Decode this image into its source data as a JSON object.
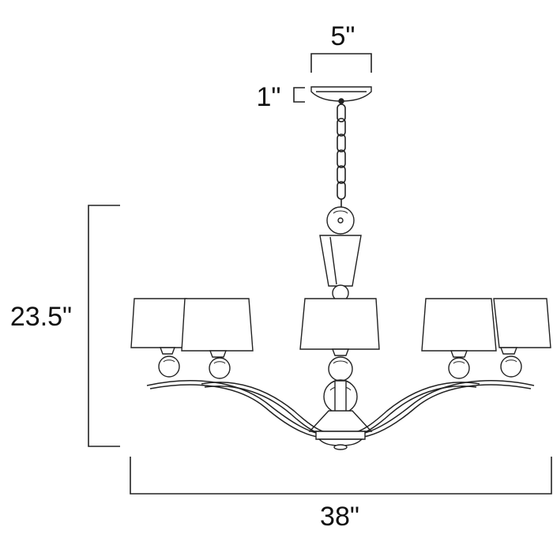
{
  "dimensions": {
    "canopy_width": "5\"",
    "canopy_height": "1\"",
    "overall_height": "23.5\"",
    "overall_width": "38\""
  },
  "colors": {
    "line": "#222222",
    "background": "#ffffff"
  }
}
